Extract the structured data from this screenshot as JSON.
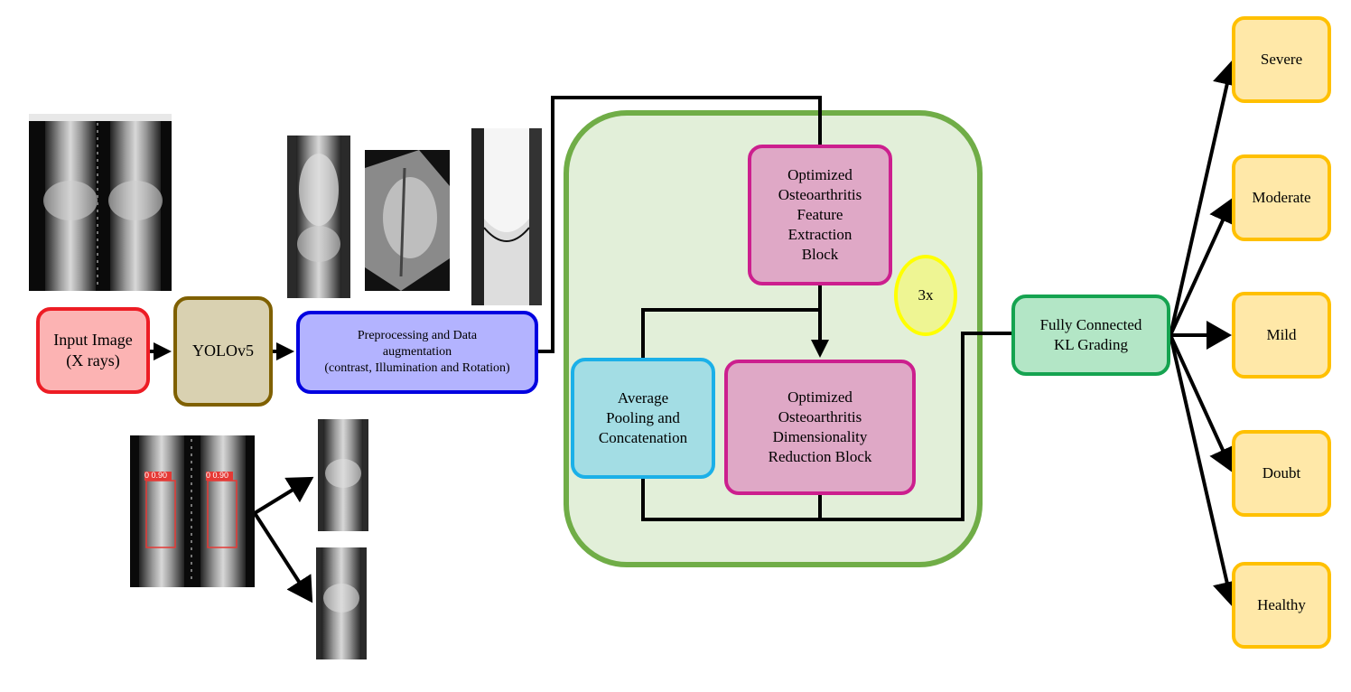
{
  "nodes": {
    "input": "Input Image\n(X rays)",
    "yolo": "YOLOv5",
    "preprocessing": "Preprocessing and Data\naugmentation\n(contrast, Illumination and Rotation)",
    "feature_block": "Optimized\nOsteoarthritis\nFeature\nExtraction\nBlock",
    "dimensionality_block": "Optimized\nOsteoarthritis\nDimensionality\nReduction Block",
    "pooling": "Average\nPooling and\nConcatenation",
    "repeat": "3x",
    "fully_connected": "Fully Connected\nKL Grading"
  },
  "outputs": [
    "Severe",
    "Moderate",
    "Mild",
    "Doubt",
    "Healthy"
  ],
  "detection_labels": [
    "0 0.90",
    "0 0.90"
  ],
  "colors": {
    "input_fill": "#fcb3b3",
    "input_border": "#ed1c24",
    "yolo_fill": "#d9d1b1",
    "yolo_border": "#7f6000",
    "prep_fill": "#b3b3ff",
    "prep_border": "#0000e0",
    "block_fill": "#dfa8c6",
    "block_border": "#cc1f8e",
    "pool_fill": "#a3dde4",
    "pool_border": "#1bb0e8",
    "fc_fill": "#b3e6c6",
    "fc_border": "#15a350",
    "output_fill": "#ffe8a8",
    "output_border": "#ffc000",
    "container_fill": "#e2efd9",
    "container_border": "#70ad47",
    "repeat_fill": "#eef593",
    "repeat_border": "#ffff00"
  }
}
